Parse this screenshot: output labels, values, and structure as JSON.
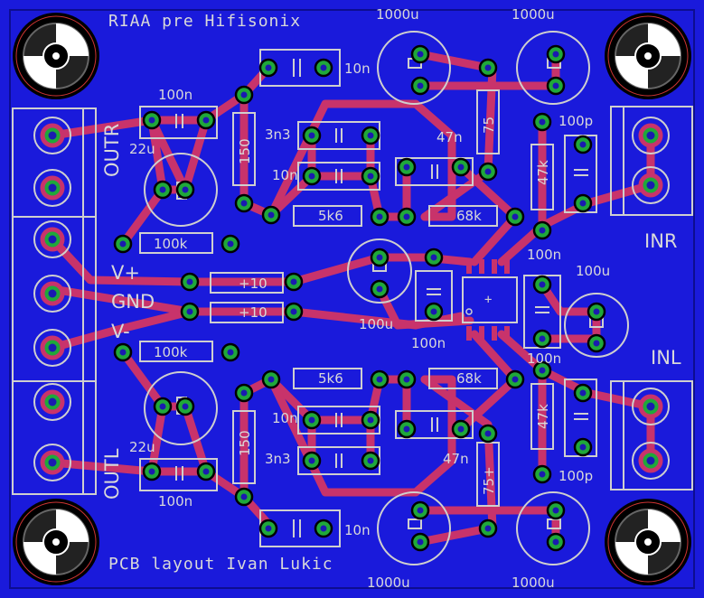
{
  "board": {
    "title": "RIAA pre Hifisonix",
    "credit": "PCB layout Ivan Lukic",
    "colors": {
      "board": "#1a1adb",
      "trace": "#c8336b",
      "pad": "#1fa83a",
      "hole": "#1a1ab0",
      "silk": "#d0d0d0",
      "edge": "#d0d0d0",
      "black": "#000000"
    }
  },
  "connectors": {
    "outr": "OUTR",
    "outl": "OUTL",
    "inr": "INR",
    "inl": "INL",
    "vplus": "V+",
    "gnd": "GND",
    "vminus": "V-"
  },
  "components": {
    "c_1000u_tl": "1000u",
    "c_1000u_tr": "1000u",
    "c_1000u_bl": "1000u",
    "c_1000u_br": "1000u",
    "c_10n_top": "10n",
    "c_10n_bottom": "10n",
    "c_10n_mid_top": "10n",
    "c_10n_mid_bottom": "10n",
    "c_100n_tl": "100n",
    "c_100n_bl": "100n",
    "c_100n_mid_r": "100n",
    "c_100n_mid_l": "100n",
    "c_100n_mid_b": "100n",
    "c_100u_left": "100u",
    "c_100u_right": "100u",
    "c_22u_top": "22u",
    "c_22u_bottom": "22u",
    "c_3n3_top": "3n3",
    "c_3n3_bottom": "3n3",
    "c_47n_top": "47n",
    "c_47n_bottom": "47n",
    "c_100p_top": "100p",
    "c_100p_bottom": "100p",
    "r_150_top": "150",
    "r_150_bottom": "150",
    "r_100k_top": "100k",
    "r_100k_bottom": "100k",
    "r_5k6_top": "5k6",
    "r_5k6_bottom": "5k6",
    "r_68k_top": "68k",
    "r_68k_bottom": "68k",
    "r_75_top": "75",
    "r_75_bottom": "75+",
    "r_47k_top": "47k",
    "r_47k_bottom": "47k",
    "r_10_top": "+10",
    "r_10_bottom": "+10"
  }
}
